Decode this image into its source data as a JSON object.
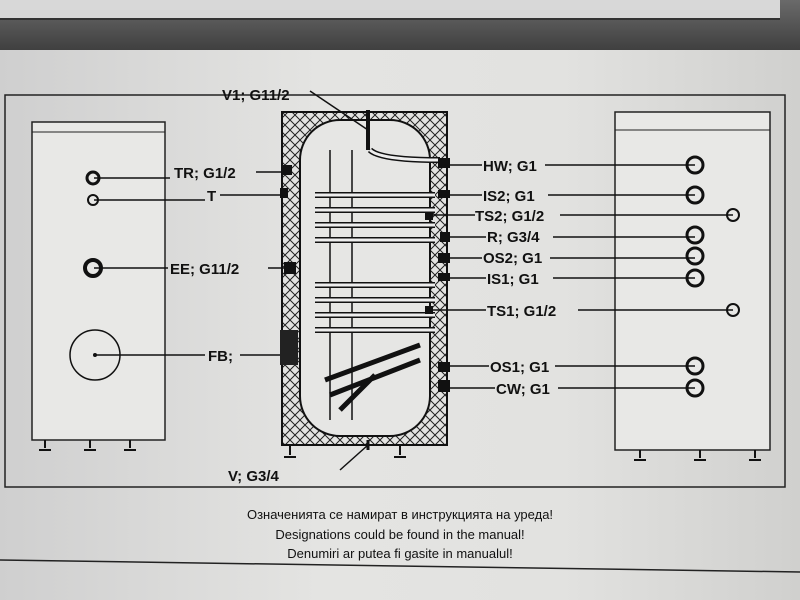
{
  "labels": {
    "v1": "V1; G11/2",
    "tr": "TR; G1/2",
    "t": "T",
    "ee": "EE; G11/2",
    "fb": "FB;",
    "v": "V; G3/4",
    "hw": "HW; G1",
    "is2": "IS2; G1",
    "ts2": "TS2; G1/2",
    "r": "R; G3/4",
    "os2": "OS2; G1",
    "is1": "IS1; G1",
    "ts1": "TS1; G1/2",
    "os1": "OS1; G1",
    "cw": "CW; G1"
  },
  "notes": {
    "bg": "Означенията се намират в инструкцията на уреда!",
    "en": "Designations could be found in the manual!",
    "ro": "Denumiri ar putea fi gasite in manualul!"
  }
}
